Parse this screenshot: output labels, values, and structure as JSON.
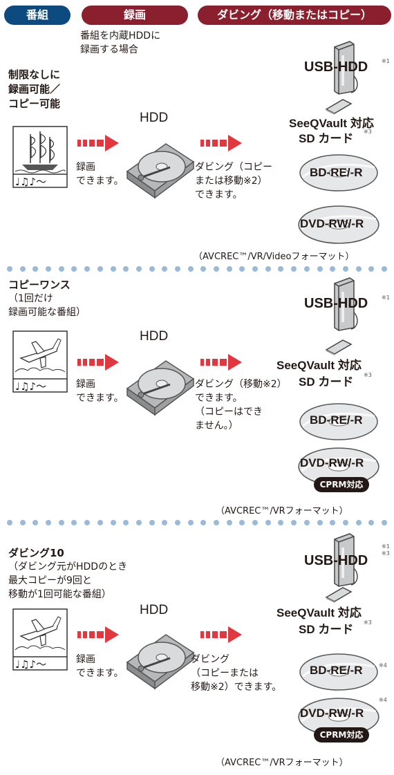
{
  "header": {
    "col1": "番組",
    "col2": "録画",
    "col3": "ダビング（移動またはコピー）",
    "col2_sub": [
      "番組を内蔵HDDに",
      "録画する場合"
    ]
  },
  "colors": {
    "program_pill": "#0d4a80",
    "record_pill": "#8a1f2e",
    "dub_pill": "#8a1f2e",
    "arrow": "#e0383e",
    "dot": "#9bb9d9"
  },
  "sections": [
    {
      "title_lines": [
        "制限なしに",
        "録画可能／",
        "コピー可能"
      ],
      "thumb_icon": "sailing-ship-music-icon",
      "hdd": "HDD",
      "record_text": [
        "録画",
        "できます。"
      ],
      "dub_text": [
        "ダビング（コピー",
        "または移動※2）",
        "できます。"
      ],
      "devices": {
        "usb": "USB-HDD",
        "usb_note": "※1",
        "sd1": "SeeQVault 対応",
        "sd2": "SD カード",
        "sd_note": "※3",
        "bd": "BD-RE/-R",
        "bd_note": "",
        "dvd": "DVD-RW/-R",
        "dvd_note": "",
        "cprm": ""
      },
      "format": "（AVCREC™/VR/Videoフォーマット）"
    },
    {
      "title_lines": [
        "コピーワンス",
        "（1回だけ",
        "録画可能な番組）"
      ],
      "thumb_icon": "airplane-music-icon",
      "hdd": "HDD",
      "record_text": [
        "録画",
        "できます。"
      ],
      "dub_text": [
        "ダビング（移動※2）",
        "できます。",
        "（コピーはでき",
        "ません。）"
      ],
      "devices": {
        "usb": "USB-HDD",
        "usb_note": "※1",
        "sd1": "SeeQVault 対応",
        "sd2": "SD カード",
        "sd_note": "※3",
        "bd": "BD-RE/-R",
        "bd_note": "",
        "dvd": "DVD-RW/-R",
        "dvd_note": "",
        "cprm": "CPRM対応"
      },
      "format": "（AVCREC™/VRフォーマット）"
    },
    {
      "title_lines": [
        "ダビング10",
        "（ダビング元がHDDのとき",
        "最大コピーが9回と",
        "移動が1回可能な番組）"
      ],
      "thumb_icon": "airplane-music-icon",
      "hdd": "HDD",
      "record_text": [
        "録画",
        "できます。"
      ],
      "dub_text": [
        "ダビング",
        "（コピーまたは",
        "移動※2）できます。"
      ],
      "devices": {
        "usb": "USB-HDD",
        "usb_note": "※1 ※3",
        "sd1": "SeeQVault 対応",
        "sd2": "SD カード",
        "sd_note": "※3",
        "bd": "BD-RE/-R",
        "bd_note": "※4",
        "dvd": "DVD-RW/-R",
        "dvd_note": "※4",
        "cprm": "CPRM対応"
      },
      "format": "（AVCREC™/VRフォーマット）"
    }
  ]
}
